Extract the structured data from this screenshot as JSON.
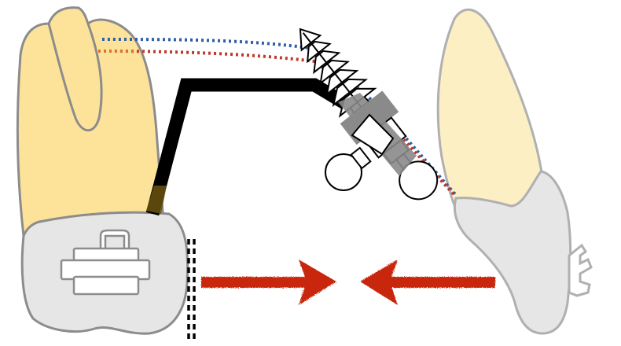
{
  "diagram": {
    "elements": [
      "molar-crown",
      "molar-root-cross-section",
      "bracket-slot",
      "lever-arm-wire",
      "mini-implant-screw",
      "alveolar-bone",
      "bone-attachment",
      "blue-force-line",
      "red-force-line",
      "vertical-reference-line",
      "arrow-right",
      "arrow-left"
    ],
    "colors": {
      "tooth_crown": "#FDE39A",
      "bone": "#FDEFC4",
      "root_gray": "#E6E6E6",
      "outline_gray": "#8C8C8C",
      "wire": "#000000",
      "implant_head": "#8A8A8A",
      "blue_line": "#2E5EA8",
      "red_line": "#C0392B",
      "arrow_red": "#C8280F"
    }
  }
}
